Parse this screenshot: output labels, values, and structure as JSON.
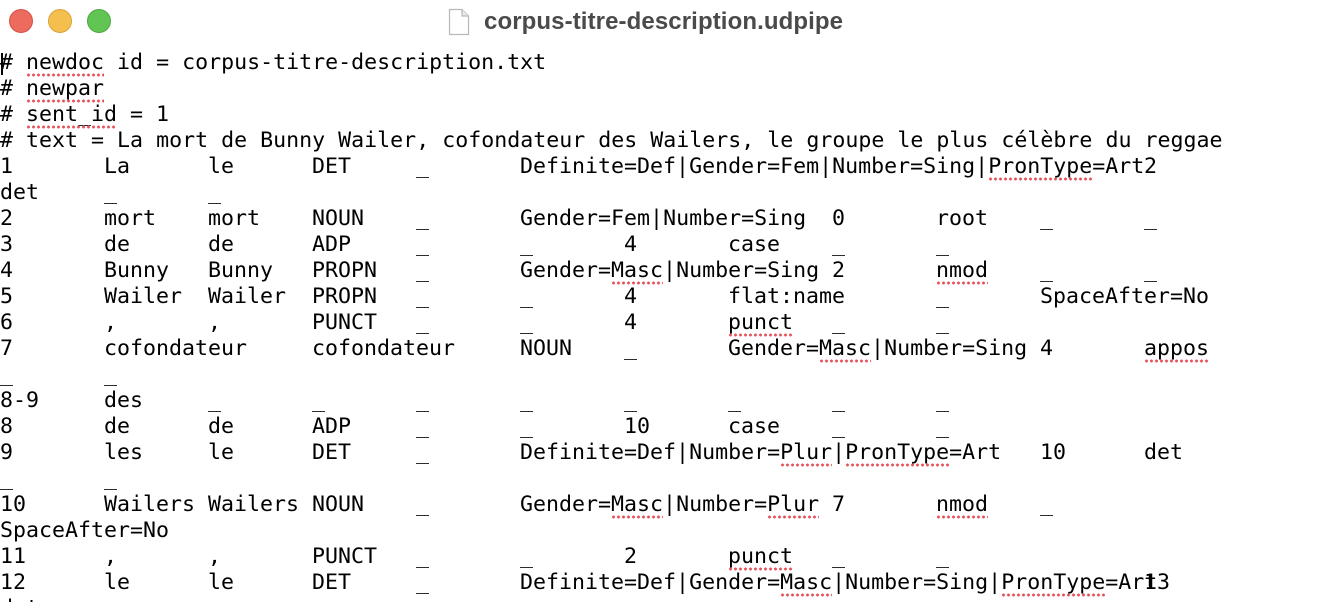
{
  "window": {
    "title": "corpus-titre-description.udpipe",
    "file_icon": "document-icon",
    "buttons": [
      "close",
      "minimize",
      "zoom"
    ]
  },
  "editor": {
    "lines": [
      [
        [
          0,
          "# newdoc id = corpus-titre-description.txt"
        ]
      ],
      [
        [
          0,
          "# newpar"
        ]
      ],
      [
        [
          0,
          "# sent_id = 1"
        ]
      ],
      [
        [
          0,
          "# text = La mort de Bunny Wailer, cofondateur des Wailers, le groupe le plus célèbre du reggae"
        ]
      ],
      [
        [
          0,
          "1"
        ],
        [
          8,
          "La"
        ],
        [
          16,
          "le"
        ],
        [
          24,
          "DET"
        ],
        [
          32,
          "_"
        ],
        [
          40,
          "Definite=Def|Gender=Fem|Number=Sing|PronType=Art"
        ],
        [
          88,
          "2"
        ]
      ],
      [
        [
          0,
          "det"
        ],
        [
          8,
          "_"
        ],
        [
          16,
          "_"
        ]
      ],
      [
        [
          0,
          "2"
        ],
        [
          8,
          "mort"
        ],
        [
          16,
          "mort"
        ],
        [
          24,
          "NOUN"
        ],
        [
          32,
          "_"
        ],
        [
          40,
          "Gender=Fem|Number=Sing"
        ],
        [
          64,
          "0"
        ],
        [
          72,
          "root"
        ],
        [
          80,
          "_"
        ],
        [
          88,
          "_"
        ]
      ],
      [
        [
          0,
          "3"
        ],
        [
          8,
          "de"
        ],
        [
          16,
          "de"
        ],
        [
          24,
          "ADP"
        ],
        [
          32,
          "_"
        ],
        [
          40,
          "_"
        ],
        [
          48,
          "4"
        ],
        [
          56,
          "case"
        ],
        [
          64,
          "_"
        ],
        [
          72,
          "_"
        ]
      ],
      [
        [
          0,
          "4"
        ],
        [
          8,
          "Bunny"
        ],
        [
          16,
          "Bunny"
        ],
        [
          24,
          "PROPN"
        ],
        [
          32,
          "_"
        ],
        [
          40,
          "Gender=Masc|Number=Sing"
        ],
        [
          64,
          "2"
        ],
        [
          72,
          "nmod"
        ],
        [
          80,
          "_"
        ],
        [
          88,
          "_"
        ]
      ],
      [
        [
          0,
          "5"
        ],
        [
          8,
          "Wailer"
        ],
        [
          16,
          "Wailer"
        ],
        [
          24,
          "PROPN"
        ],
        [
          32,
          "_"
        ],
        [
          40,
          "_"
        ],
        [
          48,
          "4"
        ],
        [
          56,
          "flat:name"
        ],
        [
          72,
          "_"
        ],
        [
          80,
          "SpaceAfter=No"
        ]
      ],
      [
        [
          0,
          "6"
        ],
        [
          8,
          ","
        ],
        [
          16,
          ","
        ],
        [
          24,
          "PUNCT"
        ],
        [
          32,
          "_"
        ],
        [
          40,
          "_"
        ],
        [
          48,
          "4"
        ],
        [
          56,
          "punct"
        ],
        [
          64,
          "_"
        ],
        [
          72,
          "_"
        ]
      ],
      [
        [
          0,
          "7"
        ],
        [
          8,
          "cofondateur"
        ],
        [
          24,
          "cofondateur"
        ],
        [
          40,
          "NOUN"
        ],
        [
          48,
          "_"
        ],
        [
          56,
          "Gender=Masc|Number=Sing"
        ],
        [
          80,
          "4"
        ],
        [
          88,
          "appos"
        ]
      ],
      [
        [
          0,
          "_"
        ],
        [
          8,
          "_"
        ]
      ],
      [
        [
          0,
          "8-9"
        ],
        [
          8,
          "des"
        ],
        [
          16,
          "_"
        ],
        [
          24,
          "_"
        ],
        [
          32,
          "_"
        ],
        [
          40,
          "_"
        ],
        [
          48,
          "_"
        ],
        [
          56,
          "_"
        ],
        [
          64,
          "_"
        ],
        [
          72,
          "_"
        ]
      ],
      [
        [
          0,
          "8"
        ],
        [
          8,
          "de"
        ],
        [
          16,
          "de"
        ],
        [
          24,
          "ADP"
        ],
        [
          32,
          "_"
        ],
        [
          40,
          "_"
        ],
        [
          48,
          "10"
        ],
        [
          56,
          "case"
        ],
        [
          64,
          "_"
        ],
        [
          72,
          "_"
        ]
      ],
      [
        [
          0,
          "9"
        ],
        [
          8,
          "les"
        ],
        [
          16,
          "le"
        ],
        [
          24,
          "DET"
        ],
        [
          32,
          "_"
        ],
        [
          40,
          "Definite=Def|Number=Plur|PronType=Art"
        ],
        [
          80,
          "10"
        ],
        [
          88,
          "det"
        ]
      ],
      [
        [
          0,
          "_"
        ],
        [
          8,
          "_"
        ]
      ],
      [
        [
          0,
          "10"
        ],
        [
          8,
          "Wailers"
        ],
        [
          16,
          "Wailers"
        ],
        [
          24,
          "NOUN"
        ],
        [
          32,
          "_"
        ],
        [
          40,
          "Gender=Masc|Number=Plur"
        ],
        [
          64,
          "7"
        ],
        [
          72,
          "nmod"
        ],
        [
          80,
          "_"
        ]
      ],
      [
        [
          0,
          "SpaceAfter=No"
        ]
      ],
      [
        [
          0,
          "11"
        ],
        [
          8,
          ","
        ],
        [
          16,
          ","
        ],
        [
          24,
          "PUNCT"
        ],
        [
          32,
          "_"
        ],
        [
          40,
          "_"
        ],
        [
          48,
          "2"
        ],
        [
          56,
          "punct"
        ],
        [
          64,
          "_"
        ],
        [
          72,
          "_"
        ]
      ],
      [
        [
          0,
          "12"
        ],
        [
          8,
          "le"
        ],
        [
          16,
          "le"
        ],
        [
          24,
          "DET"
        ],
        [
          32,
          "_"
        ],
        [
          40,
          "Definite=Def|Gender=Masc|Number=Sing|PronType=Art"
        ],
        [
          88,
          "13"
        ]
      ],
      [
        [
          0,
          "det"
        ]
      ]
    ],
    "spellcheck_words": [
      "newdoc",
      "newpar",
      "sent_id",
      "PronType",
      "Masc",
      "nmod",
      "appos",
      "Plur",
      "punct"
    ]
  }
}
